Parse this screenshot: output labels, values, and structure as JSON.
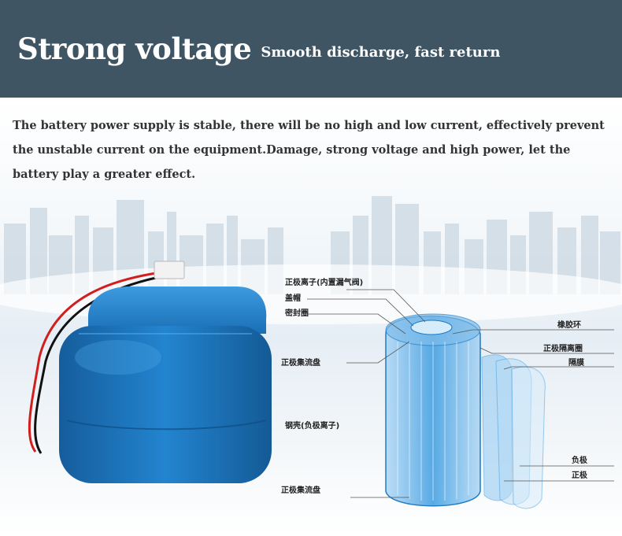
{
  "header": {
    "title": "Strong voltage",
    "subtitle": "Smooth discharge, fast return"
  },
  "description": "The battery power supply is stable, there will be no high and low current, effectively prevent the unstable current on the equipment.Damage, strong voltage and high power, let the battery play a greater effect.",
  "labels": {
    "positive_ion": "正极离子(内置漏气阀)",
    "cap": "盖帽",
    "seal_ring": "密封圈",
    "rubber_ring": "橡胶环",
    "positive_separator_ring": "正极隔离圈",
    "separator": "隔膜",
    "positive_collector_top": "正极集流盘",
    "steel_shell": "钢壳(负极离子)",
    "negative": "负极",
    "positive": "正极",
    "positive_collector_bottom": "正极集流盘"
  },
  "colors": {
    "header_bg": "#3f5563",
    "battery_blue": "#1f7bc4",
    "cell_blue": "#3a9be0"
  }
}
